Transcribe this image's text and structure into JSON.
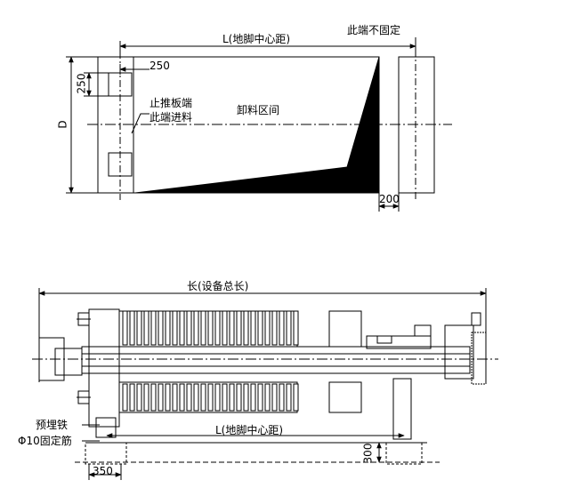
{
  "top_view": {
    "dim_L_label": "L(地脚中心距)",
    "fixed_end_label": "此端不固定",
    "dim_250_top": "250",
    "dim_250_left": "250",
    "dim_D": "D",
    "push_plate_end": "止推板端",
    "feed_end": "此端进料",
    "discharge_area": "卸料区间",
    "dim_200": "200"
  },
  "side_view": {
    "total_length_label": "长(设备总长)",
    "dim_L_label": "L(地脚中心距)",
    "embedded_iron": "预埋铁",
    "rebar_label": "Φ10固定筋",
    "dim_350": "350",
    "dim_300": "300"
  }
}
